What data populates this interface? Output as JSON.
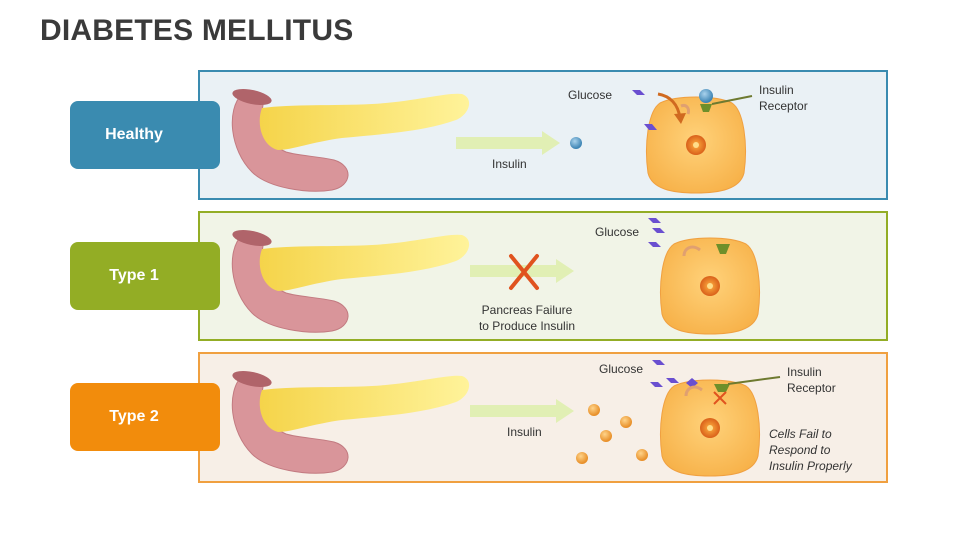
{
  "title": "DIABETES MELLITUS",
  "rows": [
    {
      "tab_label": "Healthy",
      "tab_color": "#3a8bb0",
      "border_color": "#3a8bb0",
      "panel_bg": "#eaf1f5",
      "insulin_label": "Insulin",
      "glucose_label": "Glucose",
      "receptor_label_line1": "Insulin",
      "receptor_label_line2": "Receptor"
    },
    {
      "tab_label": "Type 1",
      "tab_color": "#93ad25",
      "border_color": "#93ad25",
      "panel_bg": "#f1f4e7",
      "failure_line1": "Pancreas Failure",
      "failure_line2": "to Produce Insulin",
      "glucose_label": "Glucose"
    },
    {
      "tab_label": "Type 2",
      "tab_color": "#f28c0c",
      "border_color": "#f0a040",
      "panel_bg": "#f7efe7",
      "insulin_label": "Insulin",
      "glucose_label": "Glucose",
      "receptor_label_line1": "Insulin",
      "receptor_label_line2": "Receptor",
      "note_line1": "Cells Fail to",
      "note_line2": "Respond to",
      "note_line3": "Insulin Properly"
    }
  ]
}
